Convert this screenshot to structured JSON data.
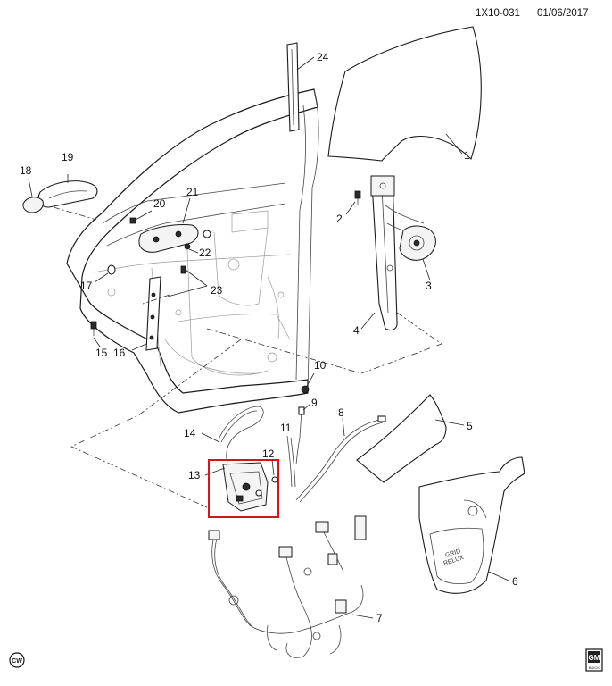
{
  "header": {
    "ref_code": "1X10-031",
    "date": "01/06/2017"
  },
  "callouts": [
    "1",
    "2",
    "3",
    "4",
    "5",
    "6",
    "7",
    "8",
    "9",
    "10",
    "11",
    "12",
    "13",
    "14",
    "15",
    "16",
    "17",
    "18",
    "19",
    "20",
    "21",
    "22",
    "23",
    "24"
  ],
  "highlight": {
    "part": "13",
    "color": "#d7141a"
  },
  "badges": {
    "cw": "CW",
    "gm": "GM",
    "gm_sub": "BUICK"
  },
  "deflector_text": "GRID\nRELUX"
}
